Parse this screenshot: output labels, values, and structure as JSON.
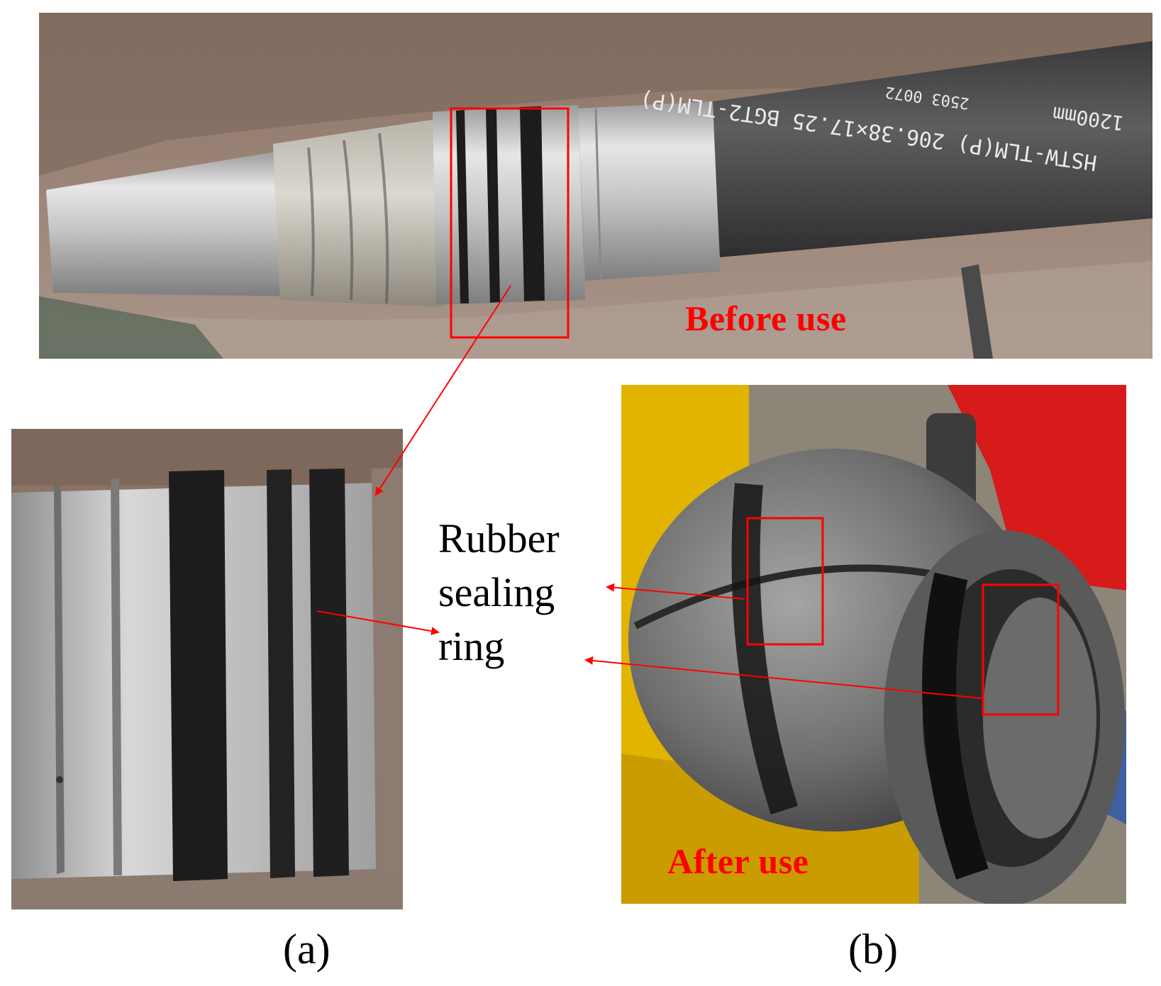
{
  "labels": {
    "before_use": "Before use",
    "after_use": "After use",
    "callout_lines": [
      "Rubber",
      "sealing",
      "ring"
    ],
    "panel_a": "(a)",
    "panel_b": "(b)"
  },
  "pipe_marking": {
    "line1": "HSTW-TLM(P) 206.38×17.25 BGT2-TLM(P)",
    "line2": "2503 0072",
    "line3": "1200mm"
  },
  "colors": {
    "annotation_red": "#ff0000",
    "rubber_black": "#1c1c1c",
    "steel": "#c9c9c9",
    "machine_yellow": "#e2b400"
  }
}
